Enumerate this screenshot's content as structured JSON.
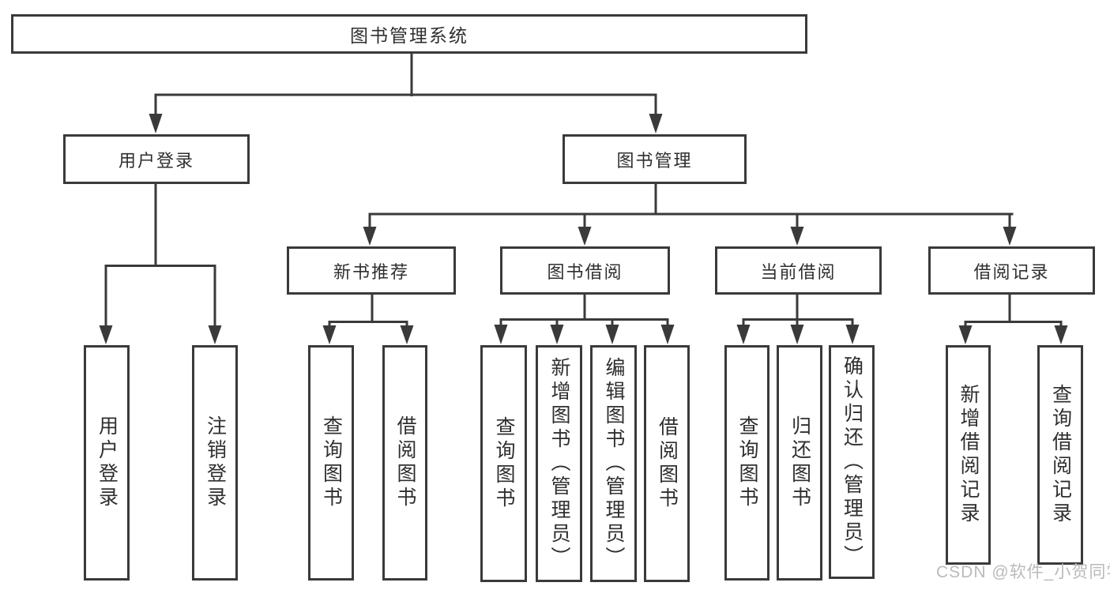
{
  "root": {
    "label": "图书管理系统"
  },
  "user_login": {
    "label": "用户登录",
    "children": {
      "login": "用户登录",
      "logout": "注销登录"
    }
  },
  "book_management": {
    "label": "图书管理",
    "sections": {
      "new_books": {
        "label": "新书推荐",
        "children": {
          "query": "查询图书",
          "borrow": "借阅图书"
        }
      },
      "book_borrow": {
        "label": "图书借阅",
        "children": {
          "query": "查询图书",
          "add": "新增图书（管理员）",
          "edit": "编辑图书（管理员）",
          "borrow": "借阅图书"
        }
      },
      "current_borrow": {
        "label": "当前借阅",
        "children": {
          "query": "查询图书",
          "return": "归还图书",
          "confirm_return": "确认归还（管理员）"
        }
      },
      "borrow_records": {
        "label": "借阅记录",
        "children": {
          "add": "新增借阅记录",
          "query": "查询借阅记录"
        }
      }
    }
  },
  "watermark": {
    "text": "CSDN @软件_小贺同学"
  },
  "colors": {
    "line": "#3a3a3a",
    "text": "#2f2f2f",
    "watermark": "#b9babc",
    "background": "#ffffff"
  }
}
